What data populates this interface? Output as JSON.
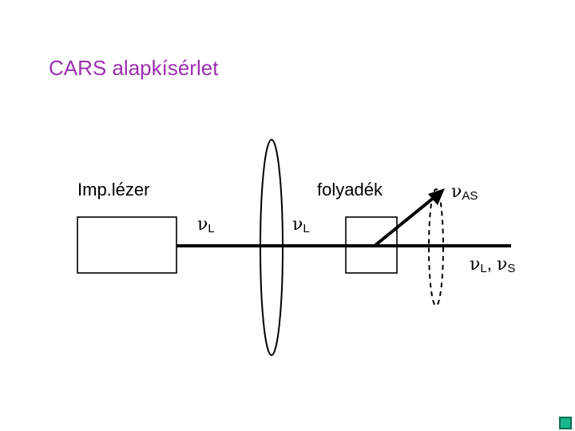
{
  "title": "CARS alapkísérlet",
  "labels": {
    "laser": "Imp.lézer",
    "liquid": "folyadék",
    "nu_symbol": "ν",
    "beam_in_sub": "L",
    "beam_after_lens_sub": "L",
    "anti_stokes_sub": "AS",
    "output_sub_1": "L",
    "output_separator": ",",
    "output_sub_2": "S"
  },
  "colors": {
    "title": "#9b2fae",
    "lines": "#000000",
    "nav_button": "#19b58c"
  },
  "icons": {
    "nav_button": "slide-nav-square"
  }
}
